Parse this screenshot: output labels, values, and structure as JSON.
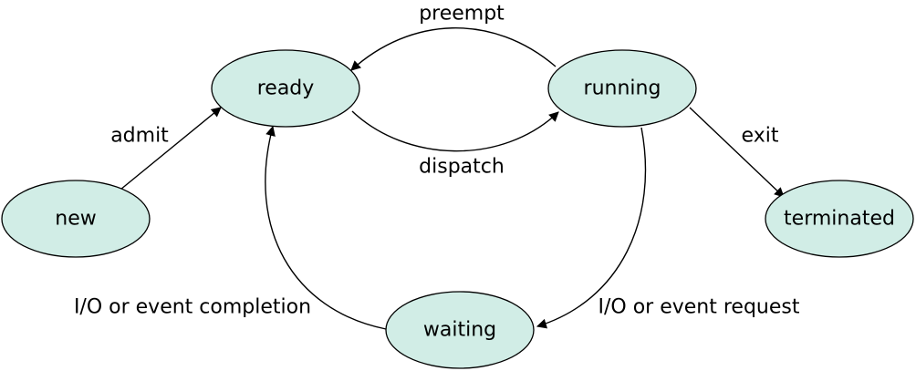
{
  "colors": {
    "state_fill": "#d1ede6",
    "stroke": "#000000",
    "text": "#000000"
  },
  "states": {
    "new": "new",
    "ready": "ready",
    "running": "running",
    "waiting": "waiting",
    "terminated": "terminated"
  },
  "transitions": {
    "admit": "admit",
    "preempt": "preempt",
    "dispatch": "dispatch",
    "exit": "exit",
    "io_event_completion": "I/O or event completion",
    "io_event_request": "I/O or event request"
  }
}
